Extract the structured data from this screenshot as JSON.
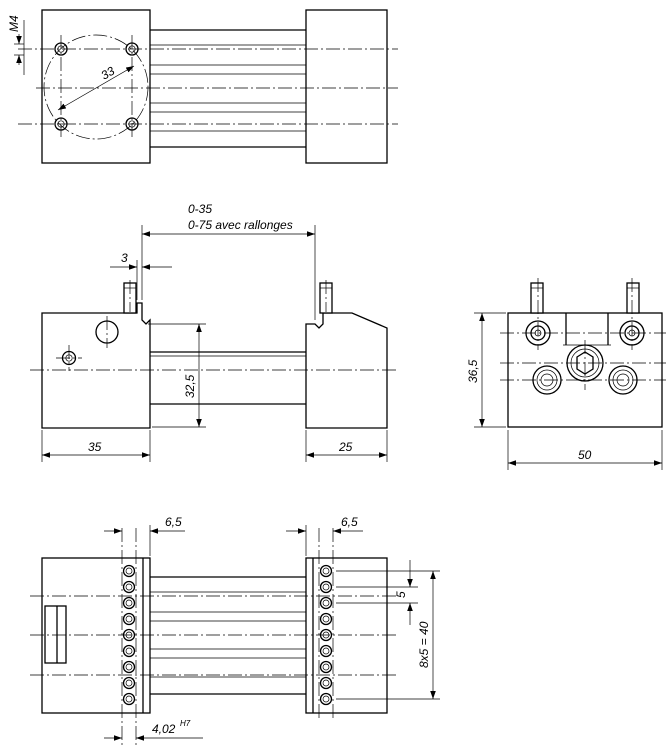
{
  "top_view": {
    "thread_label": "M4",
    "bolt_circle_label": "33"
  },
  "front_view": {
    "stroke_range_label": "0-35",
    "extended_range_label": "0-75 avec rallonges",
    "offset_label": "3",
    "height_label": "32,5",
    "left_jaw_width_label": "35",
    "right_jaw_width_label": "25"
  },
  "side_view": {
    "height_label": "36,5",
    "width_label": "50"
  },
  "bottom_view": {
    "left_pitch_label": "6,5",
    "right_pitch_label": "6,5",
    "spacing_label": "5",
    "total_spacing_label": "8x5 = 40",
    "bore_label": "4,02",
    "bore_tolerance_label": "H7"
  }
}
